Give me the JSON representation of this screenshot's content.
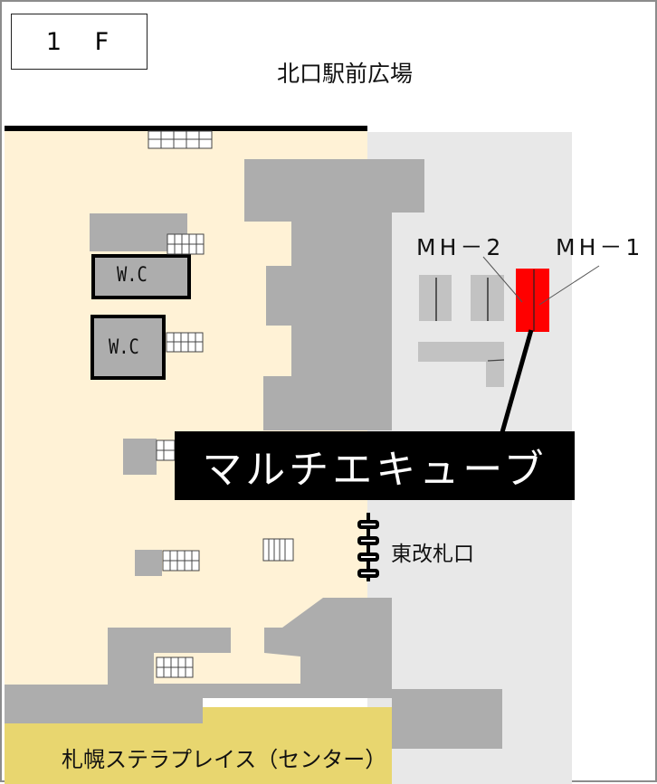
{
  "floor": {
    "label": "1 F"
  },
  "areas": {
    "plaza": "北口駅前広場",
    "bottom_building": "札幌ステラプレイス（センター）"
  },
  "restrooms": [
    {
      "label": "W.C"
    },
    {
      "label": "W.C"
    }
  ],
  "highlight": {
    "callout_label": "マルチエキューブ",
    "units": [
      {
        "label": "MH－2"
      },
      {
        "label": "MH－1"
      }
    ]
  },
  "gate": {
    "label": "東改札口",
    "icon": "ticket-gate-icon"
  },
  "colors": {
    "concourse": "#fff2d6",
    "station_area": "#e8e8e8",
    "structure": "#adadad",
    "kiosk": "#c2c2c2",
    "building": "#e8d66f",
    "highlight": "#ff0000",
    "callout_bg": "#000000"
  }
}
